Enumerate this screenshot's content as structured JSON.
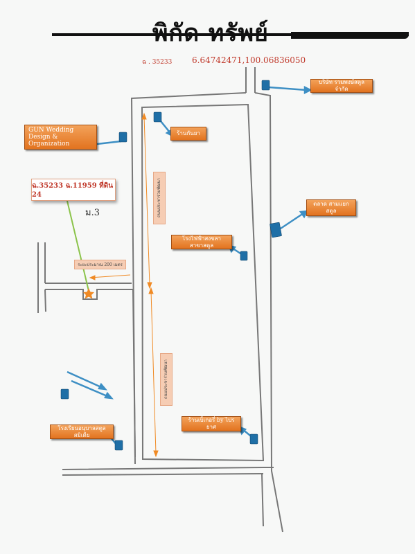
{
  "header": {
    "title": "พิกัด  ทรัพย์",
    "deed_ref": "ฉ . 35233",
    "coordinates": "6.64742471,100.06836050"
  },
  "deed_label": "ฉ.35233  ฉ.11959  ที่ดิน 24",
  "handwritten_note": "ม.3",
  "distance_label": "ระยะประมาณ 200 เมตร",
  "road_labels": {
    "upper": "ถนนประชาร่วมพัฒนา",
    "lower": "ถนนประชาร่วมพัฒนา"
  },
  "places": {
    "wedding": "GUN Wedding Design & Organization",
    "top_shop": "ร้านกันยา",
    "company": "บริษัท รวมพงษ์สตูล จำกัด",
    "temple_right": "ตลาด สามแยกสตูล",
    "hotel": "โรงไฟฟ้าสงขลา สาขาสตูล",
    "bakery": "ร้านเบ็เกอรี่ by ไปรยาศ",
    "school": "โรงเรียนอนุบาลสตูล สมิเดีย"
  },
  "colors": {
    "road": "#777777",
    "marker": "#1f6fa6",
    "arrow": "#3d8fc4",
    "label": "#e8822e",
    "deed_text": "#c0392b",
    "pointer_line": "#8bc34a",
    "star": "#f08a24"
  },
  "icons": {
    "location_marker": "blue-square-marker-icon",
    "target": "star-icon"
  }
}
